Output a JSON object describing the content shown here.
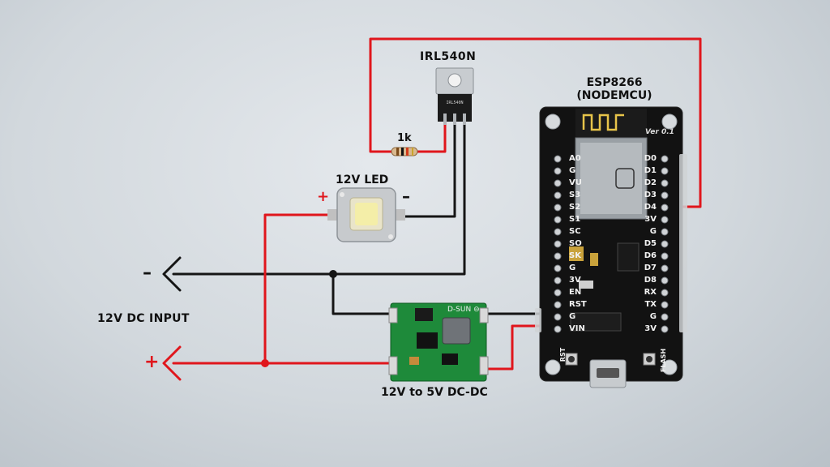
{
  "labels": {
    "transistor": "IRL540N",
    "mcu_line1": "ESP8266",
    "mcu_line2": "(NODEMCU)",
    "led": "12V LED",
    "power_input": "12V DC INPUT",
    "converter": "12V to 5V DC-DC",
    "resistor": "1k",
    "led_plus": "+",
    "led_minus": "–",
    "input_minus": "–",
    "input_plus": "+",
    "board_version": "Ver 0.1"
  },
  "nodemcu_pins": {
    "left": [
      "A0",
      "G",
      "VU",
      "S3",
      "S2",
      "S1",
      "SC",
      "SO",
      "SK",
      "G",
      "3V",
      "EN",
      "RST",
      "G",
      "VIN"
    ],
    "right": [
      "D0",
      "D1",
      "D2",
      "D3",
      "D4",
      "3V",
      "G",
      "D5",
      "D6",
      "D7",
      "D8",
      "RX",
      "TX",
      "G",
      "3V"
    ]
  },
  "board_buttons": {
    "reset": "RST",
    "flash": "FLASH"
  },
  "converter_marking": "D-SUN ⊖",
  "transistor_marking": "IRL540N",
  "colors": {
    "positive_wire": "#e0161c",
    "negative_wire": "#151515",
    "board": "#121212",
    "converter_board": "#1e8a3a"
  }
}
